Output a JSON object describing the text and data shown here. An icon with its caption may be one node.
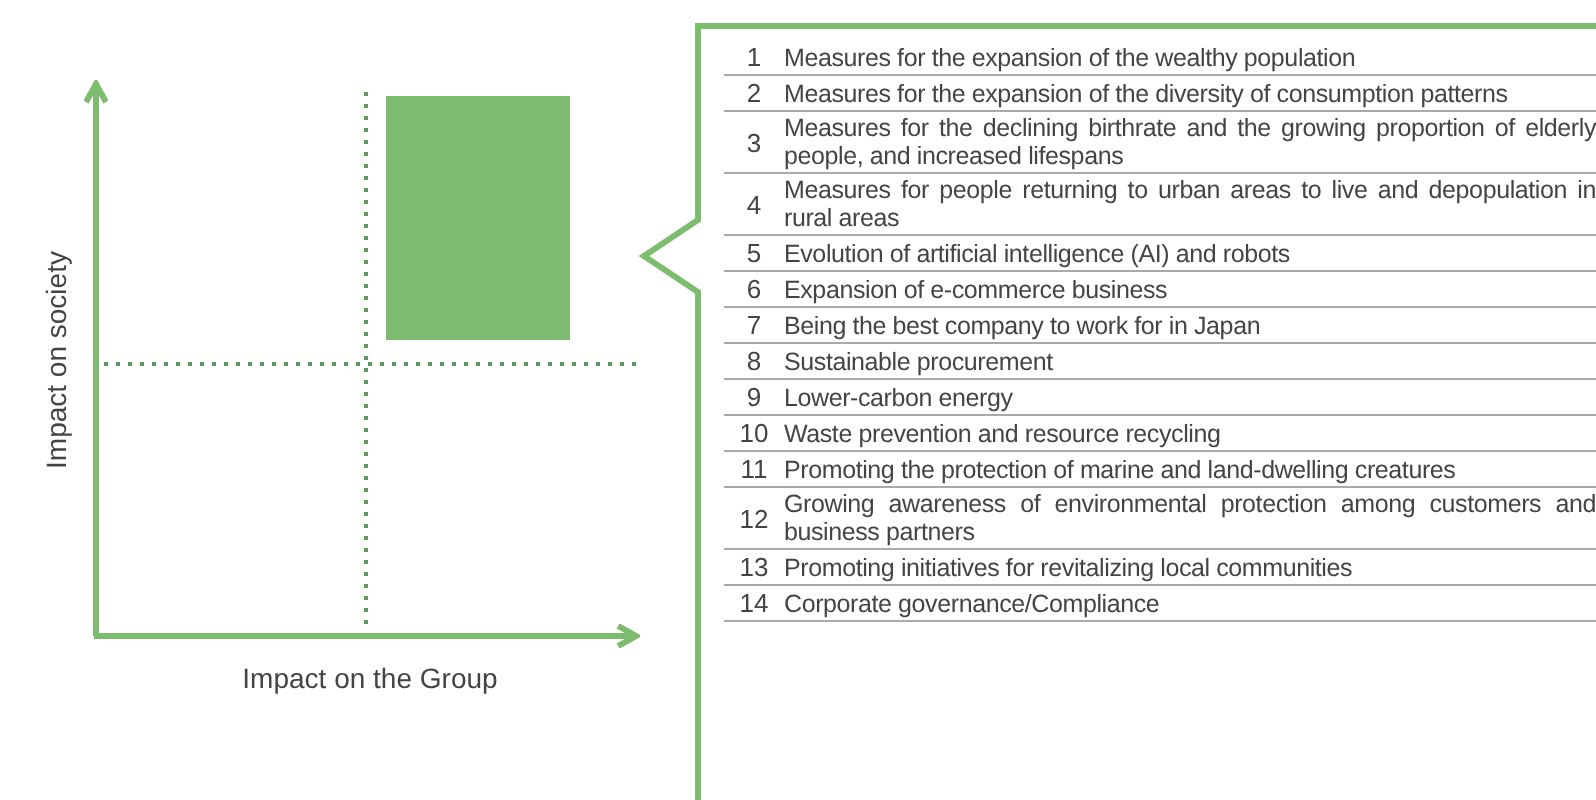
{
  "diagram": {
    "nodes": [
      {
        "text": [],
        "shape": "box"
      }
    ],
    "edges": [],
    "labels": [
      "Impact on society",
      "Impact on the Group",
      "1",
      "Measures for the expansion of the wealthy population",
      "2",
      "Measures for the expansion of the diversity of consumption patterns",
      "3",
      "Measures for the declining birthrate and the growing proportion of elderly people, and increased lifespans",
      "4",
      "Measures for people returning to urban areas to live and depopulation in rural areas",
      "5",
      "Evolution of artificial intelligence (AI) and robots",
      "6",
      "Expansion of e-commerce business",
      "7",
      "Being the best company to work for in Japan",
      "8",
      "Sustainable procurement",
      "9",
      "Lower-carbon energy",
      "10",
      "Waste prevention and resource recycling",
      "11",
      "Promoting the protection of marine and land-dwelling creatures",
      "12",
      "Growing awareness of environmental protection among customers and business partners",
      "13",
      "Promoting initiatives for revitalizing local communities",
      "14",
      "Corporate governance/Compliance"
    ]
  }
}
